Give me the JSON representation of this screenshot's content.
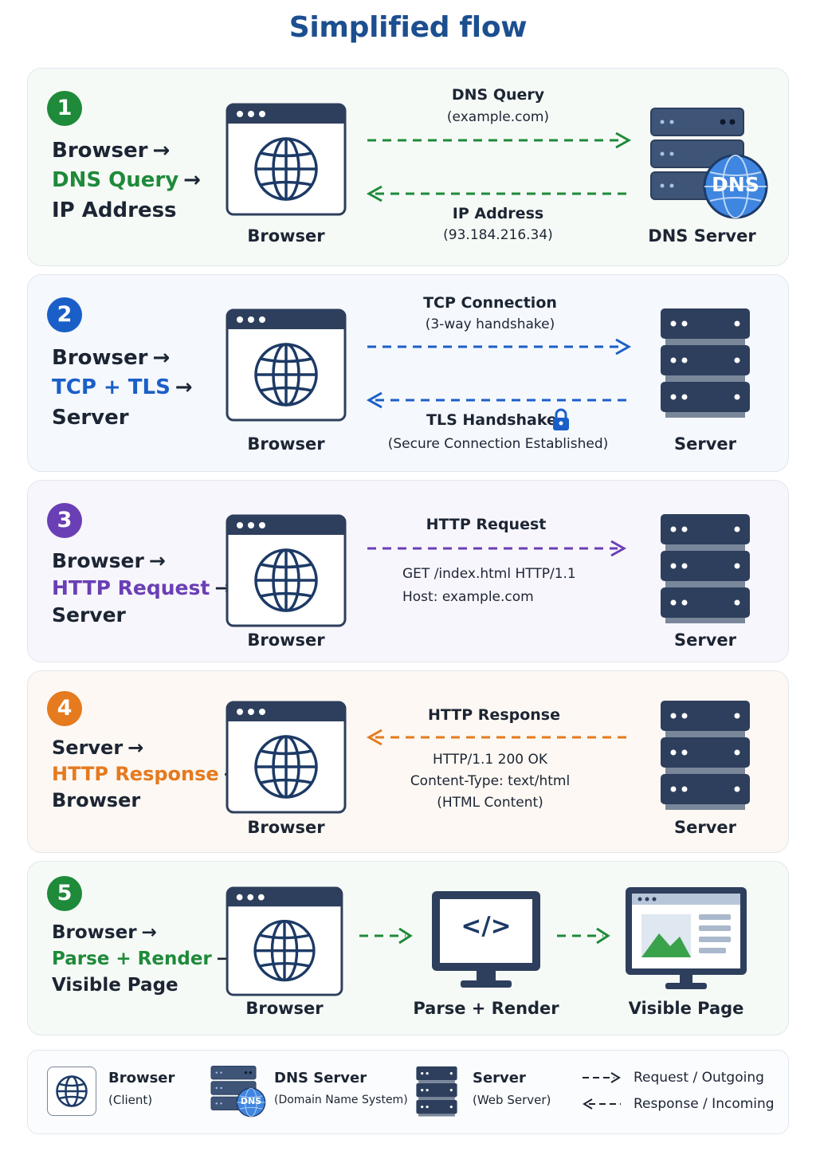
{
  "title": "Simplified flow",
  "colors": {
    "green": "#1e8a3a",
    "blue": "#1a5fc8",
    "purple": "#6a3fb5",
    "orange": "#e57a1e",
    "navy": "#2d3f5c"
  },
  "steps": [
    {
      "number": "1",
      "line1": "Browser",
      "line2": "DNS Query",
      "line3": "IP Address",
      "client_label": "Browser",
      "server_label": "DNS Server",
      "msg1_title": "DNS Query",
      "msg1_sub": "(example.com)",
      "msg2_title": "IP Address",
      "msg2_sub": "(93.184.216.34)",
      "dns_badge": "DNS"
    },
    {
      "number": "2",
      "line1": "Browser",
      "line2": "TCP + TLS",
      "line3": "Server",
      "client_label": "Browser",
      "server_label": "Server",
      "msg1_title": "TCP Connection",
      "msg1_sub": "(3-way handshake)",
      "msg2_title": "TLS Handshake",
      "msg2_sub": "(Secure Connection Established)"
    },
    {
      "number": "3",
      "line1": "Browser",
      "line2": "HTTP Request",
      "line3": "Server",
      "client_label": "Browser",
      "server_label": "Server",
      "msg_title": "HTTP Request",
      "code_line1": "GET /index.html HTTP/1.1",
      "code_line2": "Host: example.com"
    },
    {
      "number": "4",
      "line1": "Server",
      "line2": "HTTP Response",
      "line3": "Browser",
      "client_label": "Browser",
      "server_label": "Server",
      "msg_title": "HTTP Response",
      "code_line1": "HTTP/1.1 200 OK",
      "code_line2": "Content-Type: text/html",
      "code_line3": "(HTML Content)"
    },
    {
      "number": "5",
      "line1": "Browser",
      "line2": "Parse + Render",
      "line3": "Visible Page",
      "client_label": "Browser",
      "render_label": "Parse + Render",
      "page_label": "Visible Page",
      "code_glyph": "</>"
    }
  ],
  "arrow_glyph": "→",
  "legend": {
    "browser_title": "Browser",
    "browser_sub": "(Client)",
    "dns_title": "DNS Server",
    "dns_sub": "(Domain Name System)",
    "dns_badge": "DNS",
    "server_title": "Server",
    "server_sub": "(Web Server)",
    "request_label": "Request / Outgoing",
    "response_label": "Response / Incoming"
  }
}
